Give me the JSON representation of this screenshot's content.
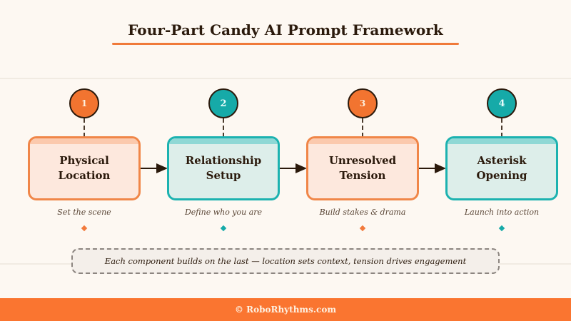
{
  "title": "Four-Part Candy AI Prompt Framework",
  "colors": {
    "background": "#fdf8f2",
    "orange": "#f27430",
    "teal": "#16aaa8",
    "text": "#2b1a0c",
    "footer": "#fa7530"
  },
  "steps": [
    {
      "number": "1",
      "label_line1": "Physical",
      "label_line2": "Location",
      "caption": "Set the scene",
      "color": "orange"
    },
    {
      "number": "2",
      "label_line1": "Relationship",
      "label_line2": "Setup",
      "caption": "Define who you are",
      "color": "teal"
    },
    {
      "number": "3",
      "label_line1": "Unresolved",
      "label_line2": "Tension",
      "caption": "Build stakes & drama",
      "color": "orange"
    },
    {
      "number": "4",
      "label_line1": "Asterisk",
      "label_line2": "Opening",
      "caption": "Launch into action",
      "color": "teal"
    }
  ],
  "note": "Each component builds on the last — location sets context, tension drives engagement",
  "footer": "© RoboRhythms.com"
}
